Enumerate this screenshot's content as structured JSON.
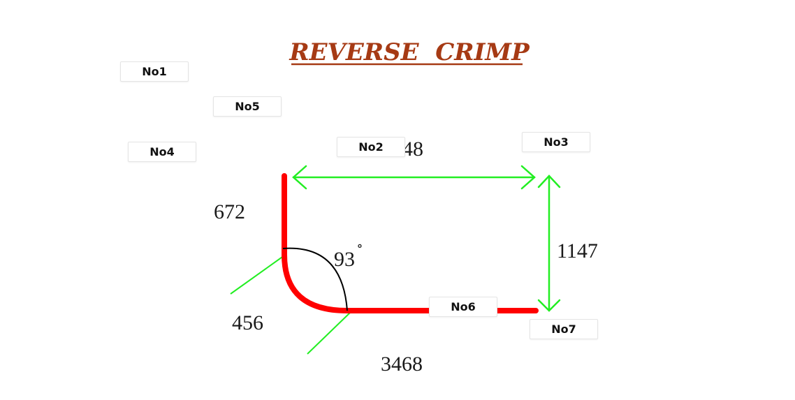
{
  "title": "REVERSE  CRIMP",
  "dimensions": {
    "top": "48",
    "left": "672",
    "right": "1147",
    "bend_radius": "456",
    "bottom": "3468",
    "angle": "93",
    "angle_unit": "°"
  },
  "labels": {
    "no1": "No1",
    "no2": "No2",
    "no3": "No3",
    "no4": "No4",
    "no5": "No5",
    "no6": "No6",
    "no7": "No7"
  },
  "colors": {
    "title": "#a63a14",
    "profile": "#ff0000",
    "dimension_lines": "#22ee22",
    "angle_arc": "#000000"
  }
}
